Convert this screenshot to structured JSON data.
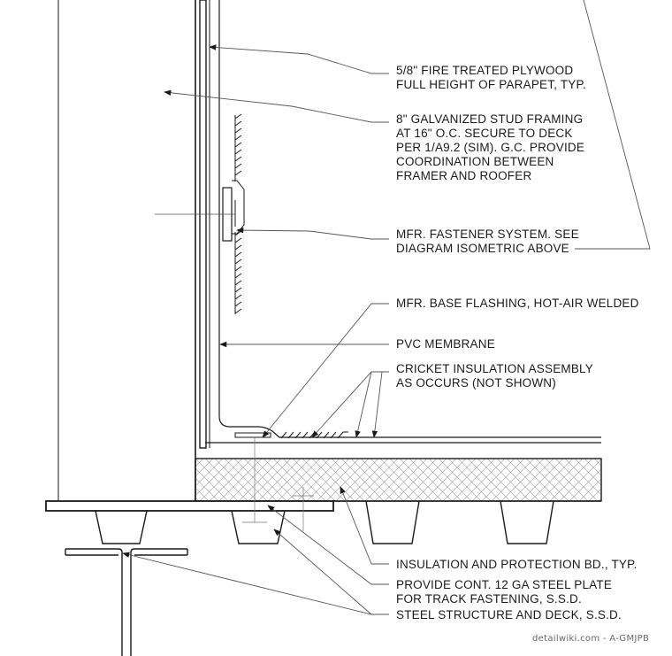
{
  "notes": {
    "plywood": [
      "5/8\" FIRE TREATED PLYWOOD",
      "FULL HEIGHT OF PARAPET, TYP."
    ],
    "stud_framing": [
      "8\" GALVANIZED STUD FRAMING",
      "AT 16\" O.C. SECURE TO DECK",
      "PER 1/A9.2 (SIM). G.C. PROVIDE",
      "COORDINATION BETWEEN",
      "FRAMER AND ROOFER"
    ],
    "fastener": [
      "MFR. FASTENER SYSTEM. SEE",
      "DIAGRAM ISOMETRIC ABOVE"
    ],
    "base_flashing": [
      "MFR. BASE FLASHING, HOT-AIR WELDED"
    ],
    "pvc_membrane": [
      "PVC MEMBRANE"
    ],
    "cricket": [
      "CRICKET INSULATION ASSEMBLY",
      "AS OCCURS (NOT SHOWN)"
    ],
    "insulation": [
      "INSULATION AND PROTECTION BD., TYP."
    ],
    "steel_plate": [
      "PROVIDE CONT. 12 GA STEEL PLATE",
      "FOR TRACK FASTENING, S.S.D."
    ],
    "steel_structure": [
      "STEEL STRUCTURE AND DECK, S.S.D."
    ]
  },
  "credit": "detailwiki.com - A-GMJPB",
  "colors": {
    "line": "#1a1a1a",
    "leader": "#555555",
    "hatch": "#9a9a9a",
    "background": "#ffffff"
  }
}
